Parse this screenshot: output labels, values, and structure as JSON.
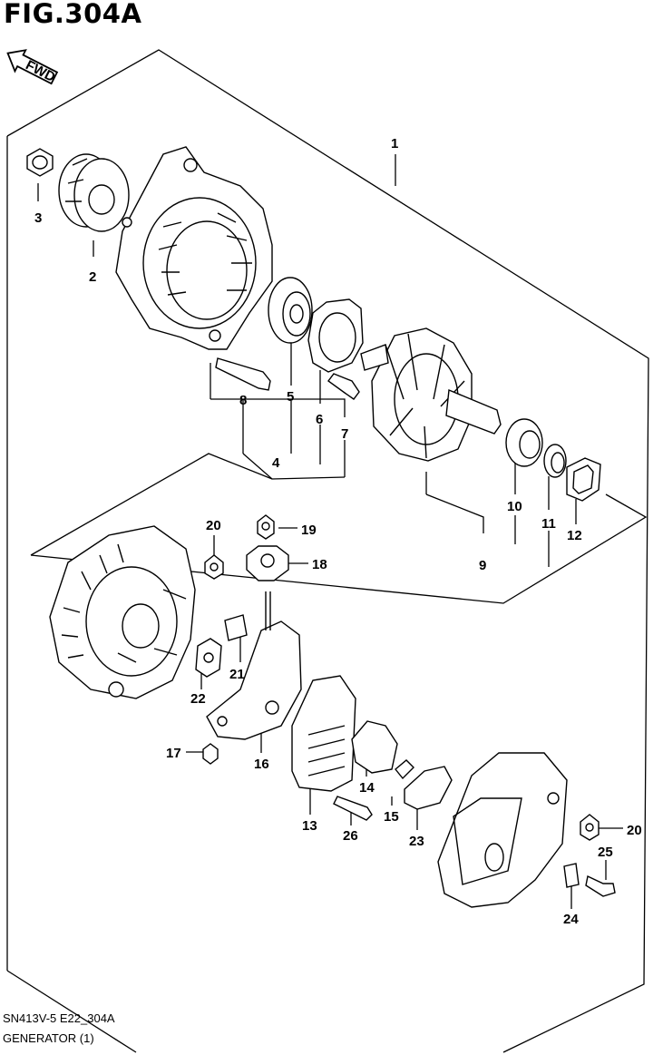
{
  "figure": {
    "title": "FIG.304A",
    "fwd_label": "FWD",
    "model_code": "SN413V-5 E22_304A",
    "description": "GENERATOR (1)"
  },
  "callouts": [
    "1",
    "2",
    "3",
    "4",
    "5",
    "6",
    "7",
    "8",
    "9",
    "10",
    "11",
    "12",
    "13",
    "14",
    "15",
    "16",
    "17",
    "18",
    "19",
    "20",
    "20",
    "21",
    "22",
    "23",
    "24",
    "25",
    "26"
  ]
}
